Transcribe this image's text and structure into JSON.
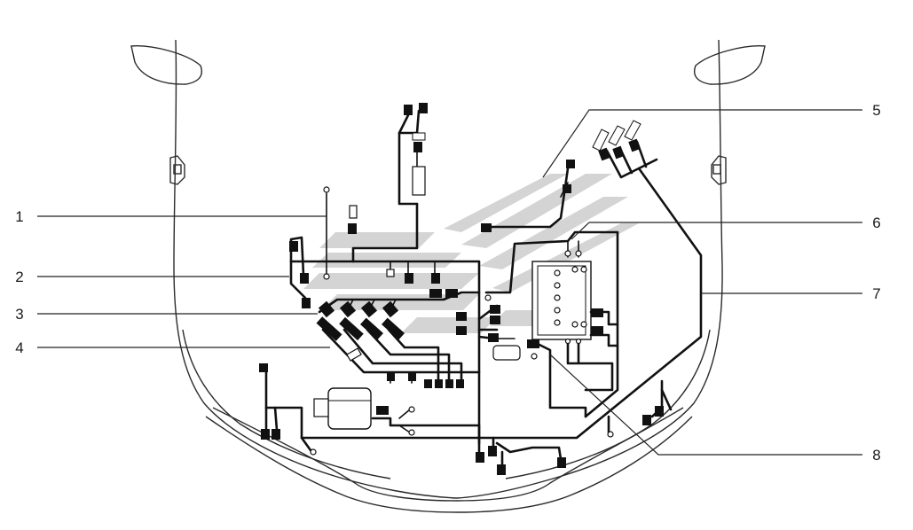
{
  "callouts": [
    {
      "id": "1",
      "label": "1"
    },
    {
      "id": "2",
      "label": "2"
    },
    {
      "id": "3",
      "label": "3"
    },
    {
      "id": "4",
      "label": "4"
    },
    {
      "id": "5",
      "label": "5"
    },
    {
      "id": "6",
      "label": "6"
    },
    {
      "id": "7",
      "label": "7"
    },
    {
      "id": "8",
      "label": "8"
    }
  ],
  "colors": {
    "line": "#111111",
    "shade": "#d4d4d4",
    "background": "#ffffff"
  }
}
